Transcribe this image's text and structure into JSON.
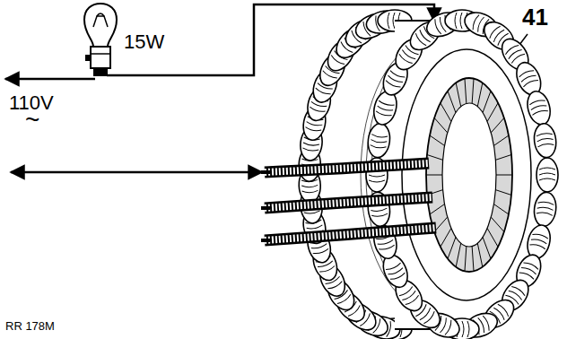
{
  "diagram": {
    "labels": [
      "15W",
      "110V",
      "~",
      "41",
      "RR 178M"
    ]
  }
}
